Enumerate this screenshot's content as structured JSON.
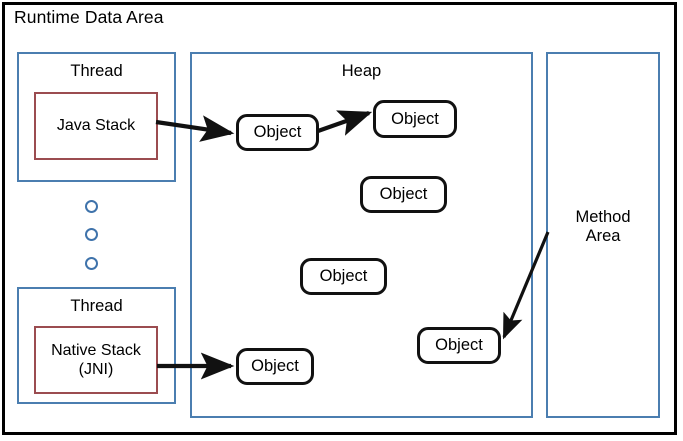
{
  "diagram": {
    "title": "Runtime Data Area",
    "regions": [
      {
        "id": "thread-top",
        "label": "Thread",
        "border_color": "#4b7eb0"
      },
      {
        "id": "thread-bottom",
        "label": "Thread",
        "border_color": "#4b7eb0"
      },
      {
        "id": "heap",
        "label": "Heap",
        "border_color": "#4b7eb0"
      },
      {
        "id": "method-area",
        "label": "Method\nArea",
        "border_color": "#4b7eb0"
      }
    ],
    "stacks": [
      {
        "id": "java-stack",
        "label": "Java Stack",
        "border_color": "#9b4c50"
      },
      {
        "id": "native-stack",
        "label": "Native Stack\n(JNI)",
        "border_color": "#9b4c50"
      }
    ],
    "objects": [
      {
        "id": "obj-1",
        "label": "Object"
      },
      {
        "id": "obj-2",
        "label": "Object"
      },
      {
        "id": "obj-3",
        "label": "Object"
      },
      {
        "id": "obj-4",
        "label": "Object"
      },
      {
        "id": "obj-5",
        "label": "Object"
      },
      {
        "id": "obj-6",
        "label": "Object"
      }
    ],
    "ellipsis_dots": 3,
    "arrows": [
      {
        "id": "arrow-javastack-to-obj1",
        "from": "java-stack",
        "to": "obj-1"
      },
      {
        "id": "arrow-obj1-to-obj2",
        "from": "obj-1",
        "to": "obj-2"
      },
      {
        "id": "arrow-nativestack-to-obj6",
        "from": "native-stack",
        "to": "obj-6"
      },
      {
        "id": "arrow-methodarea-to-obj5",
        "from": "method-area",
        "to": "obj-5"
      }
    ],
    "colors": {
      "frame": "#000000",
      "region_border": "#4b7eb0",
      "stack_border": "#9b4c50",
      "object_border": "#111111",
      "dot_border": "#3f73ab",
      "background": "#ffffff"
    }
  },
  "labels": {
    "title": "Runtime Data Area",
    "thread_top": "Thread",
    "thread_bottom": "Thread",
    "heap": "Heap",
    "method_area_line1": "Method",
    "method_area_line2": "Area",
    "java_stack": "Java Stack",
    "native_stack_line1": "Native Stack",
    "native_stack_line2": "(JNI)",
    "object": "Object"
  }
}
